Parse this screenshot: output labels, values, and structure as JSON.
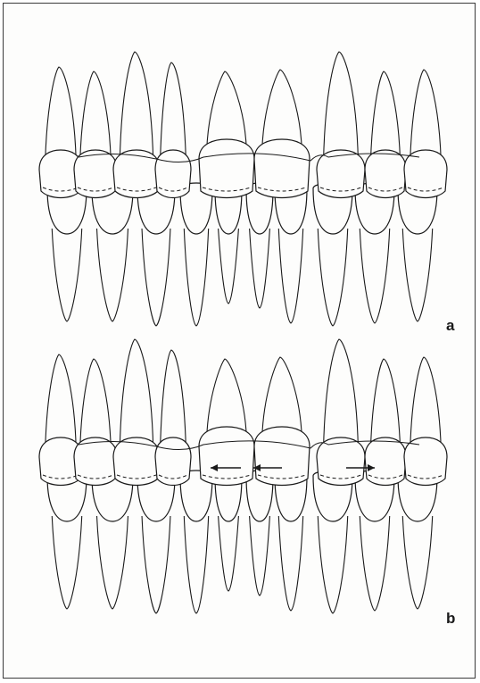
{
  "figure": {
    "panels": [
      {
        "id": "a",
        "label": "a",
        "arrows": []
      },
      {
        "id": "b",
        "label": "b",
        "arrows": [
          "left",
          "left",
          "right"
        ]
      }
    ],
    "colors": {
      "line": "#1a1a1a",
      "background": "#fdfdfc",
      "frame": "#3a3a3a"
    }
  }
}
